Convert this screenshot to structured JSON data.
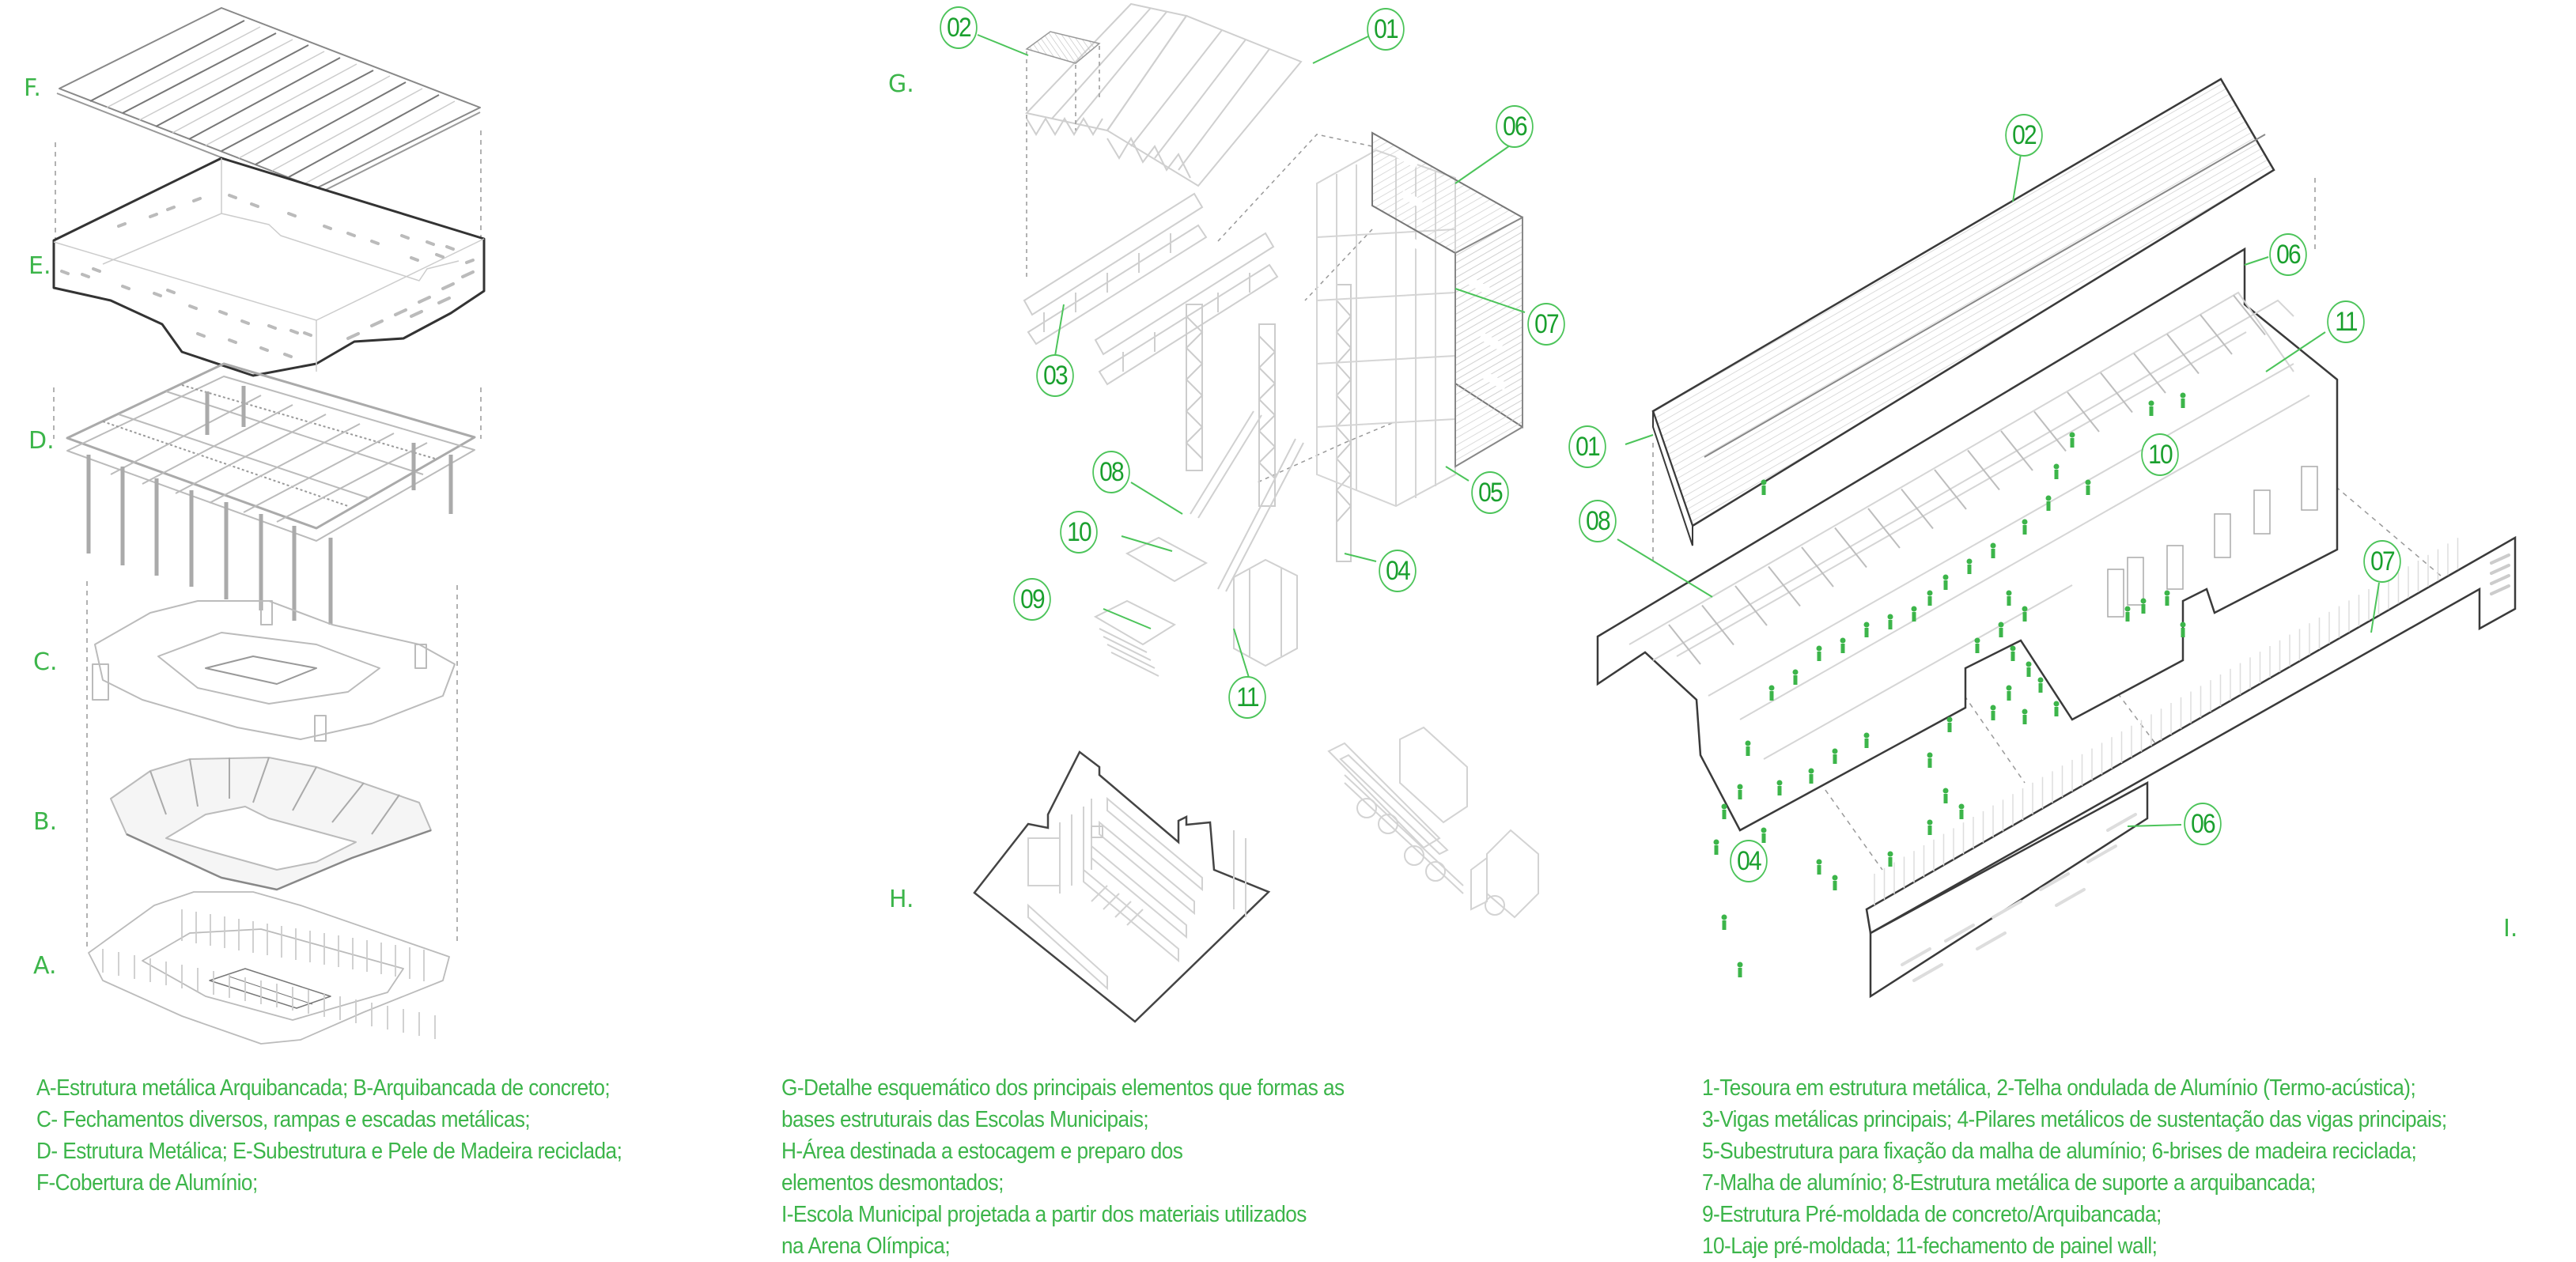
{
  "panels": {
    "A": "A.",
    "B": "B.",
    "C": "C.",
    "D": "D.",
    "E": "E.",
    "F": "F.",
    "G": "G.",
    "H": "H.",
    "I": "I."
  },
  "callouts_g": {
    "c01": "01",
    "c02": "02",
    "c03": "03",
    "c04": "04",
    "c05": "05",
    "c06": "06",
    "c07": "07",
    "c08": "08",
    "c09": "09",
    "c10": "10",
    "c11": "11"
  },
  "callouts_i": {
    "c01": "01",
    "c02": "02",
    "c04": "04",
    "c06a": "06",
    "c06b": "06",
    "c07": "07",
    "c08": "08",
    "c10": "10",
    "c11": "11"
  },
  "legend_left": [
    "A-Estrutura metálica Arquibancada; B-Arquibancada de concreto;",
    "C- Fechamentos diversos, rampas e escadas metálicas;",
    "D- Estrutura Metálica; E-Subestrutura e Pele de Madeira reciclada;",
    "F-Cobertura de Alumínio;"
  ],
  "legend_middle": [
    "G-Detalhe esquemático dos principais elementos que formas as",
    "bases estruturais das Escolas Municipais;",
    "H-Área destinada a estocagem e preparo dos",
    "elementos desmontados;",
    "I-Escola Municipal projetada a partir dos materiais utilizados",
    "na Arena Olímpica;"
  ],
  "legend_right": [
    "1-Tesoura em estrutura metálica, 2-Telha ondulada de Alumínio (Termo-acústica);",
    "3-Vigas metálicas principais; 4-Pilares metálicos  de sustentação das vigas principais;",
    "5-Subestrutura para fixação da malha de alumínio; 6-brises de madeira reciclada;",
    "7-Malha de alumínio; 8-Estrutura metálica de suporte a arquibancada;",
    "9-Estrutura Pré-moldada de concreto/Arquibancada;",
    "10-Laje pré-moldada; 11-fechamento de painel wall;"
  ],
  "colors": {
    "accent_green": "#3cb54a",
    "callout_text": "#1aa02e",
    "outline_dark": "#3a3a3a",
    "line_light": "#c8c8c8"
  }
}
